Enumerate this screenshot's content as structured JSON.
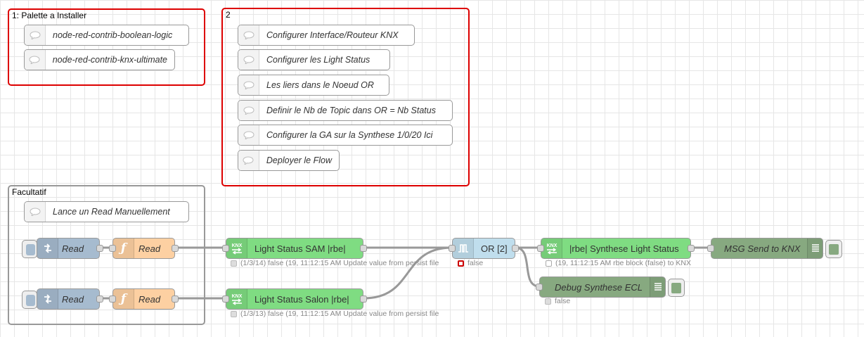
{
  "groups": {
    "palette": {
      "label": "1: Palette a Installer",
      "color": "#dd0000"
    },
    "steps": {
      "label": "2",
      "color": "#dd0000"
    },
    "optional": {
      "label": "Facultatif",
      "color": "#999999"
    }
  },
  "comments": {
    "boolean_logic": "node-red-contrib-boolean-logic",
    "knx_ultimate": "node-red-contrib-knx-ultimate",
    "config_interface": "Configurer Interface/Routeur KNX",
    "config_light_status": "Configurer les Light Status",
    "link_or": "Les liers dans le Noeud OR",
    "define_topics": "Definir le Nb de Topic dans OR = Nb Status",
    "config_ga": "Configurer la GA sur la Synthese 1/0/20 Ici",
    "deploy": "Deployer le Flow",
    "manual_read": "Lance un Read Manuellement"
  },
  "nodes": {
    "inject_1": "Read",
    "inject_2": "Read",
    "function_1": "Read",
    "function_2": "Read",
    "knx_sam": "Light Status SAM |rbe|",
    "knx_salon": "Light Status Salon |rbe|",
    "or_gate": "OR [2]",
    "knx_synthese": "|rbe| Synthese Light Status",
    "debug_knx": "MSG Send to KNX",
    "debug_synthese": "Debug Synthese ECL"
  },
  "status": {
    "knx_sam": "(1/3/14) false (19, 11:12:15 AM Update value from persist file",
    "knx_salon": "(1/3/13) false (19, 11:12:15 AM Update value from persist file",
    "or_gate": "false",
    "knx_synthese": "(19, 11:12:15 AM rbe block (false) to KNX",
    "debug_synthese": "false"
  },
  "colors": {
    "inject": "#a6bbcf",
    "function": "#fdd0a2",
    "knx": "#7fdc82",
    "boolean": "#c0deed",
    "debug": "#87a980",
    "wire": "#999999"
  },
  "icons": {
    "comment": "speech-bubble-icon",
    "inject": "arrow-in-icon",
    "function": "function-icon",
    "knx": "knx-icon",
    "or": "logic-gate-icon",
    "debug": "list-icon"
  }
}
